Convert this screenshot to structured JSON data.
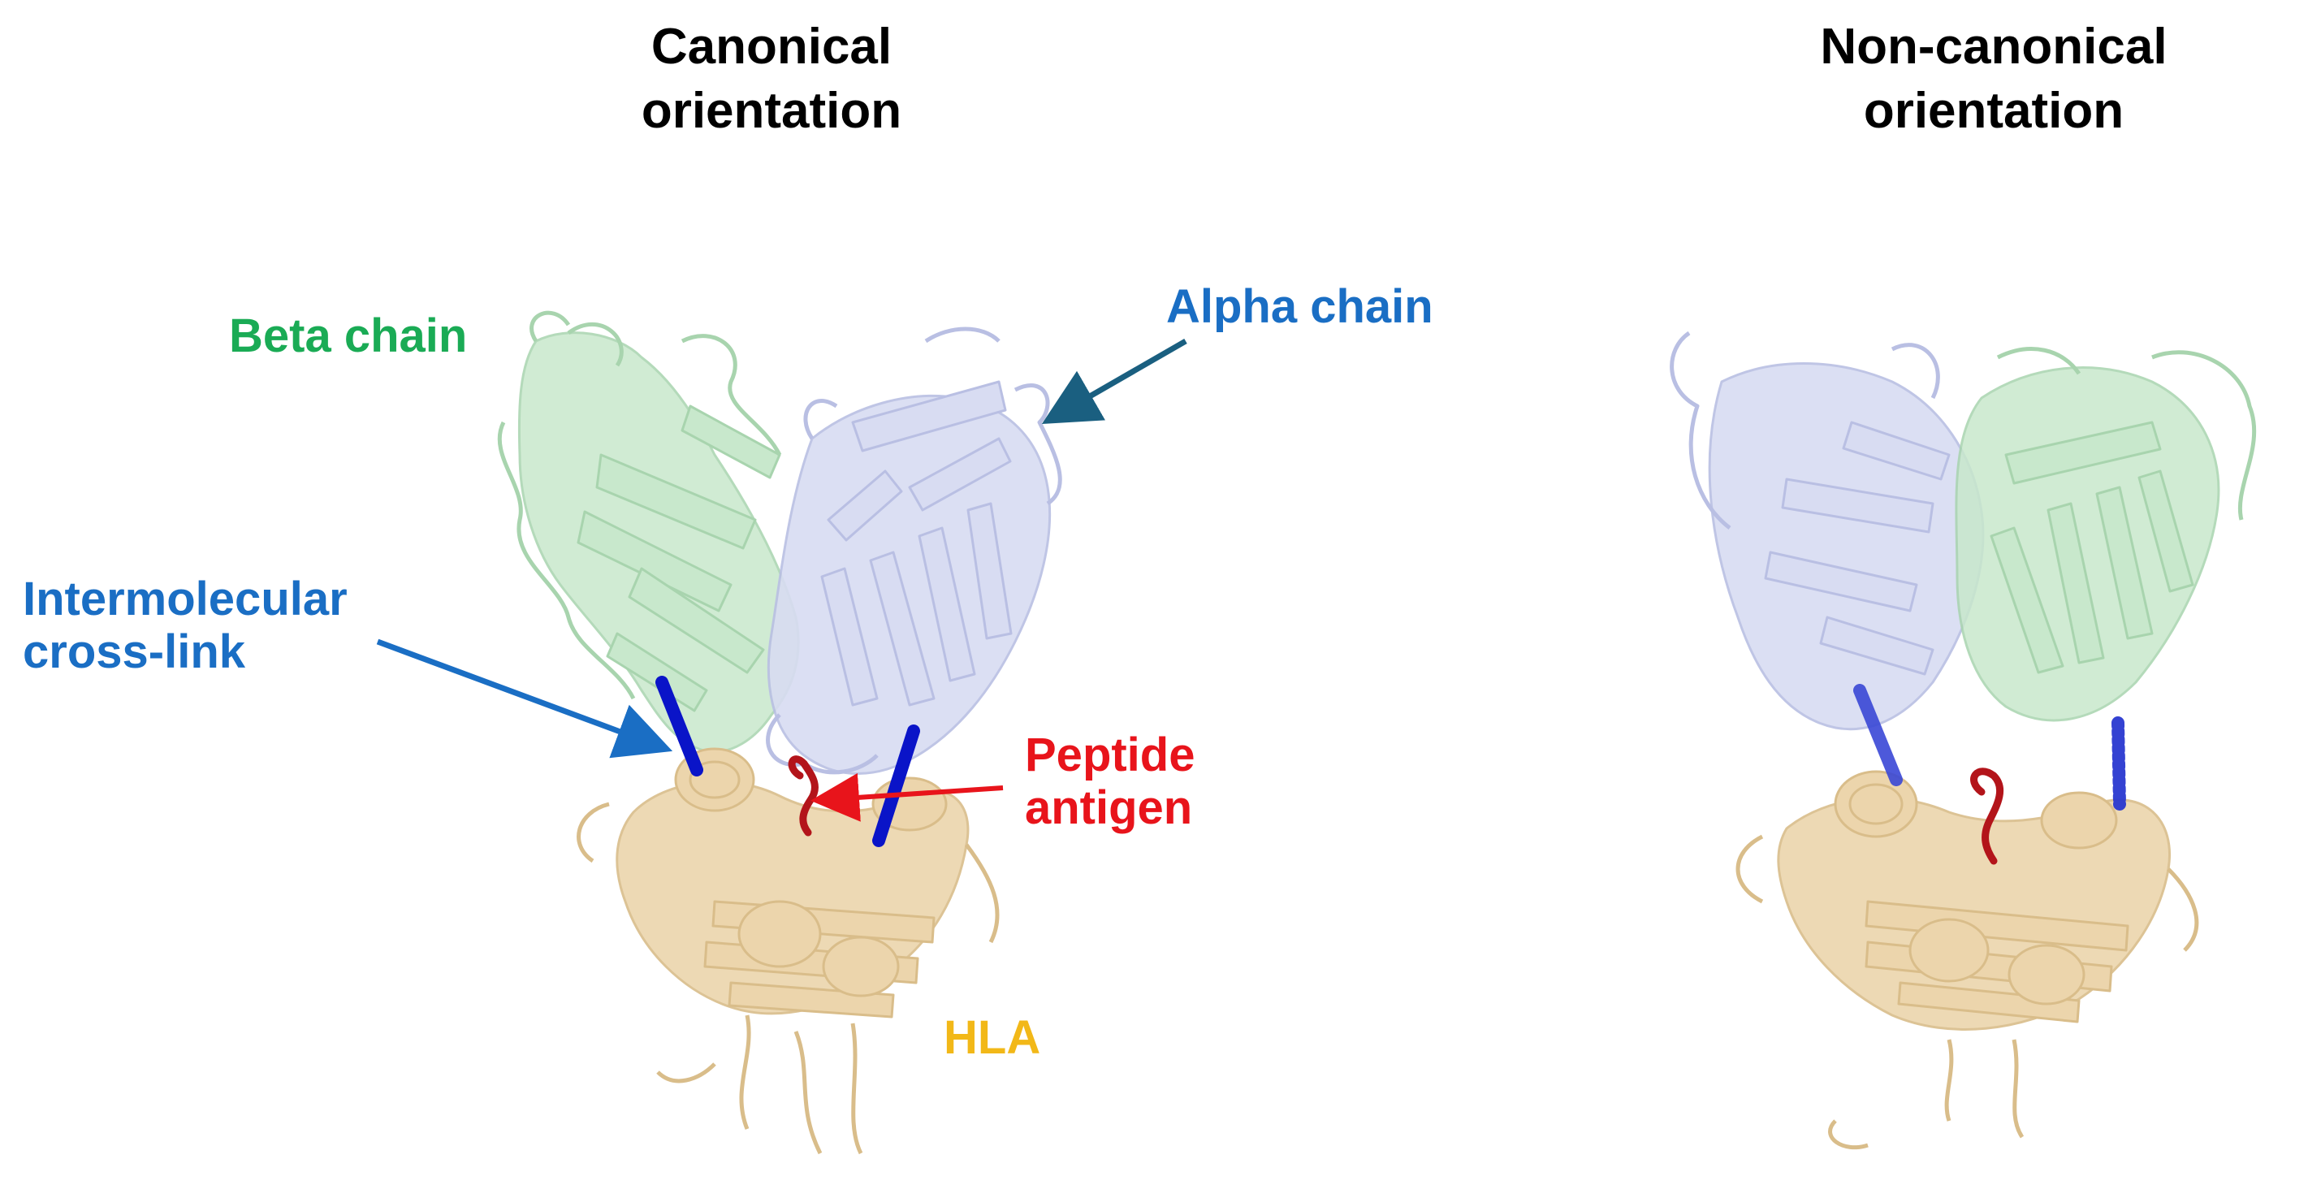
{
  "titles": {
    "canonical": [
      "Canonical",
      "orientation"
    ],
    "non_canonical": [
      "Non-canonical",
      "orientation"
    ]
  },
  "labels": {
    "beta_chain": "Beta chain",
    "alpha_chain": "Alpha chain",
    "crosslink": [
      "Intermolecular",
      "cross-link"
    ],
    "peptide": [
      "Peptide",
      "antigen"
    ],
    "hla": "HLA"
  },
  "colors": {
    "beta_chain": "#1aab55",
    "alpha_chain": "#1a6ec4",
    "crosslink_label": "#1a6ec4",
    "peptide_label": "#e8141b",
    "hla_label": "#f2b818",
    "beta_fill": "#c8e8cc",
    "beta_stroke": "#a8d4ae",
    "alpha_fill": "#d8dcf2",
    "alpha_stroke": "#b9bfe3",
    "hla_fill": "#ecd5ac",
    "hla_stroke": "#d9bd8a",
    "crosslink": "#0a14c8",
    "peptide": "#b3141a",
    "alpha_arrow": "#1a5f80"
  }
}
